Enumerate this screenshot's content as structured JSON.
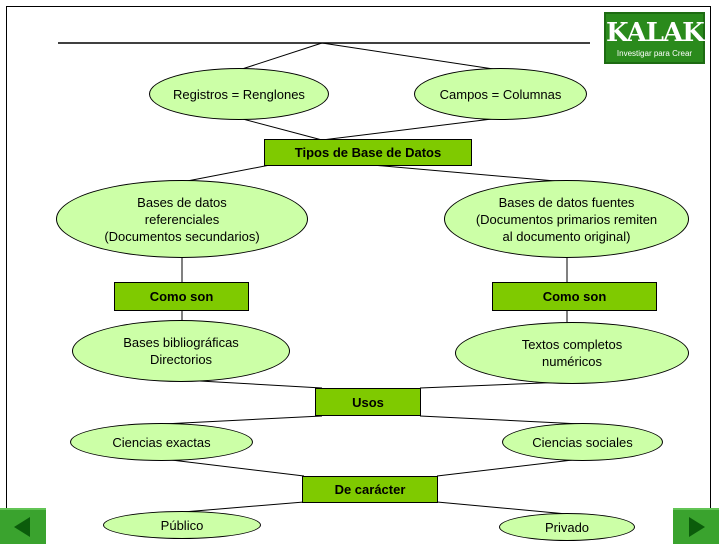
{
  "logo": {
    "word": "KALAK",
    "tagline": "Investigar para Crear"
  },
  "nodes": {
    "registros": "Registros = Renglones",
    "campos": "Campos = Columnas",
    "tipos": "Tipos de Base de Datos",
    "referenciales": [
      "Bases de datos",
      "referenciales",
      "(Documentos secundarios)"
    ],
    "fuentes": [
      "Bases de datos fuentes",
      "(Documentos primarios remiten",
      "al documento original)"
    ],
    "como_son_left": "Como son",
    "como_son_right": "Como son",
    "bibliograficas": [
      "Bases bibliográficas",
      "Directorios"
    ],
    "textos": [
      "Textos completos",
      "numéricos"
    ],
    "usos": "Usos",
    "exactas": "Ciencias exactas",
    "sociales": "Ciencias sociales",
    "caracter": "De carácter",
    "publico": "Público",
    "privado": "Privado"
  },
  "colors": {
    "oval_fill": "#ccffa7",
    "box_fill": "#7fca00",
    "logo_bg": "#2a8a1c",
    "nav": "#3aa32e"
  },
  "nav": {
    "prev_icon": "left-arrow-icon",
    "next_icon": "right-arrow-icon"
  }
}
